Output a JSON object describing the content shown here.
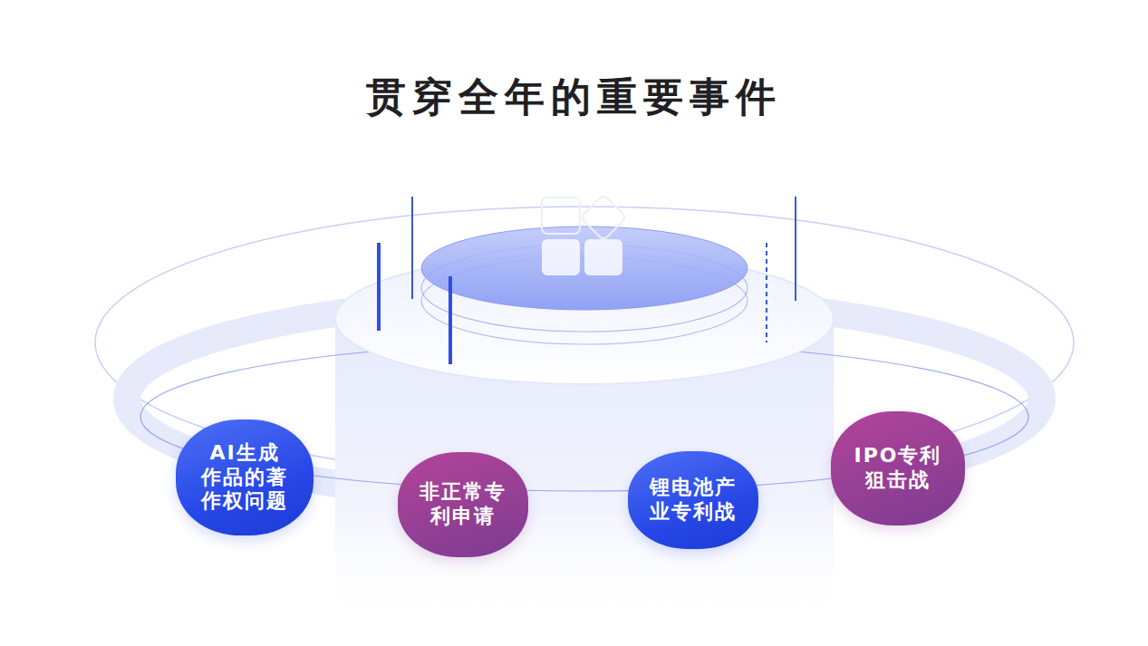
{
  "diagram": {
    "title": "贯穿全年的重要事件",
    "nodes": [
      {
        "text": [
          "AI生成作品的著作权问题"
        ]
      },
      {
        "text": [
          "非正常专利申请"
        ]
      },
      {
        "text": [
          "锂电池产业专利战"
        ]
      },
      {
        "text": [
          "IPO专利狙击战"
        ]
      }
    ]
  }
}
